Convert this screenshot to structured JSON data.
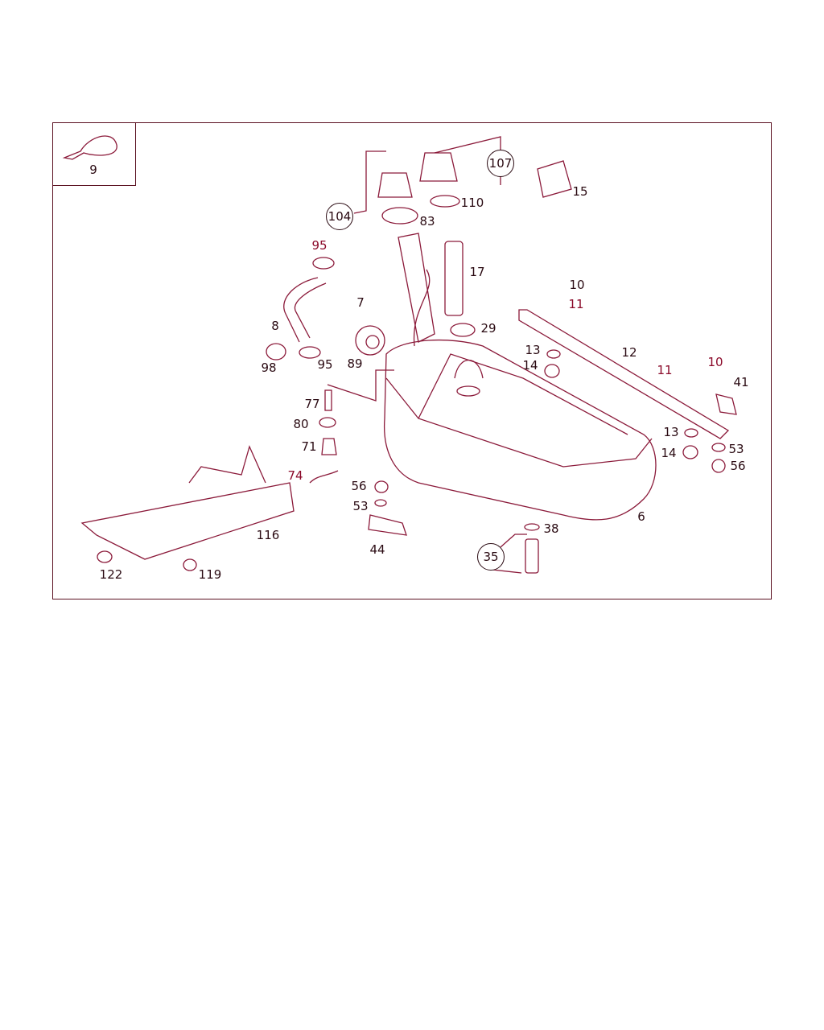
{
  "diagram": {
    "title": "Fuel tank parts diagram",
    "line_color": "#8b1a3a",
    "text_color": "#2a0a12",
    "labels": [
      "9",
      "104",
      "107",
      "15",
      "83",
      "110",
      "95",
      "17",
      "7",
      "10",
      "11",
      "8",
      "29",
      "12",
      "13",
      "14",
      "98",
      "95",
      "89",
      "10",
      "11",
      "41",
      "77",
      "80",
      "13",
      "53",
      "71",
      "14",
      "56",
      "74",
      "56",
      "53",
      "6",
      "38",
      "44",
      "116",
      "35",
      "122",
      "119"
    ]
  }
}
